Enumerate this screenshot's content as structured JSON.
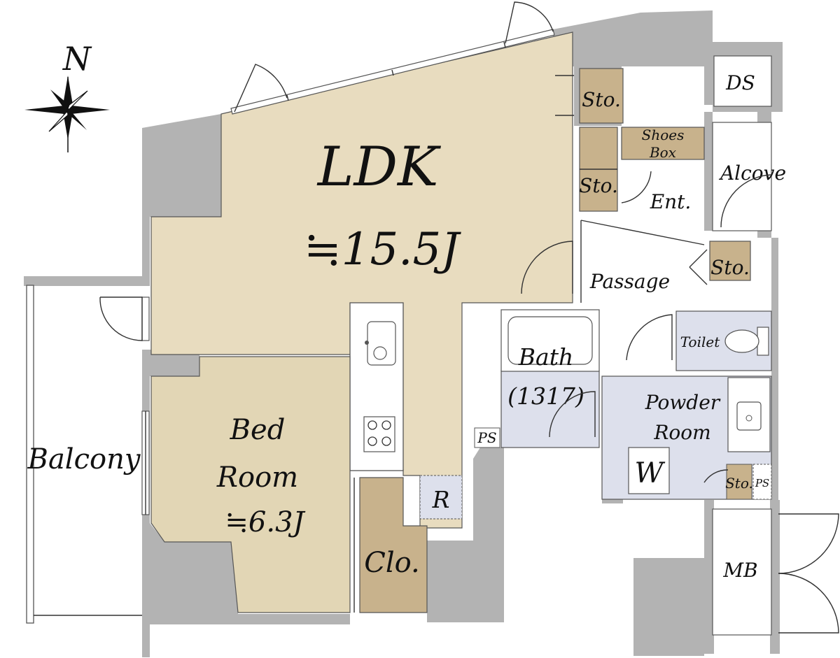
{
  "compass": {
    "label": "N"
  },
  "rooms": {
    "ldk": {
      "name": "LDK",
      "area": "≒15.5J"
    },
    "bedroom": {
      "line1": "Bed",
      "line2": "Room",
      "area": "≒6.3J"
    },
    "balcony": {
      "name": "Balcony"
    },
    "closet": {
      "name": "Clo."
    },
    "refrigerator": {
      "name": "R"
    },
    "ps_kitchen": {
      "name": "PS"
    },
    "bath": {
      "name": "Bath",
      "size": "(1317)"
    },
    "powder": {
      "line1": "Powder",
      "line2": "Room"
    },
    "washer": {
      "name": "W"
    },
    "storage_powder": {
      "name": "Sto."
    },
    "ps_powder": {
      "name": "PS"
    },
    "toilet": {
      "name": "Toilet"
    },
    "passage": {
      "name": "Passage"
    },
    "storage_passage": {
      "name": "Sto."
    },
    "entrance": {
      "name": "Ent."
    },
    "storage_entrance": {
      "name": "Sto."
    },
    "storage_top": {
      "name": "Sto."
    },
    "shoes_box": {
      "line1": "Shoes",
      "line2": "Box"
    },
    "alcove": {
      "name": "Alcove"
    },
    "ds": {
      "name": "DS"
    },
    "mb": {
      "name": "MB"
    }
  },
  "colors": {
    "wall": "#b3b3b3",
    "ldk_floor": "#e8dcbf",
    "bedroom_floor": "#e2d6b5",
    "storage": "#c8b28c",
    "wet_area": "#dde0ec",
    "background": "#ffffff"
  }
}
